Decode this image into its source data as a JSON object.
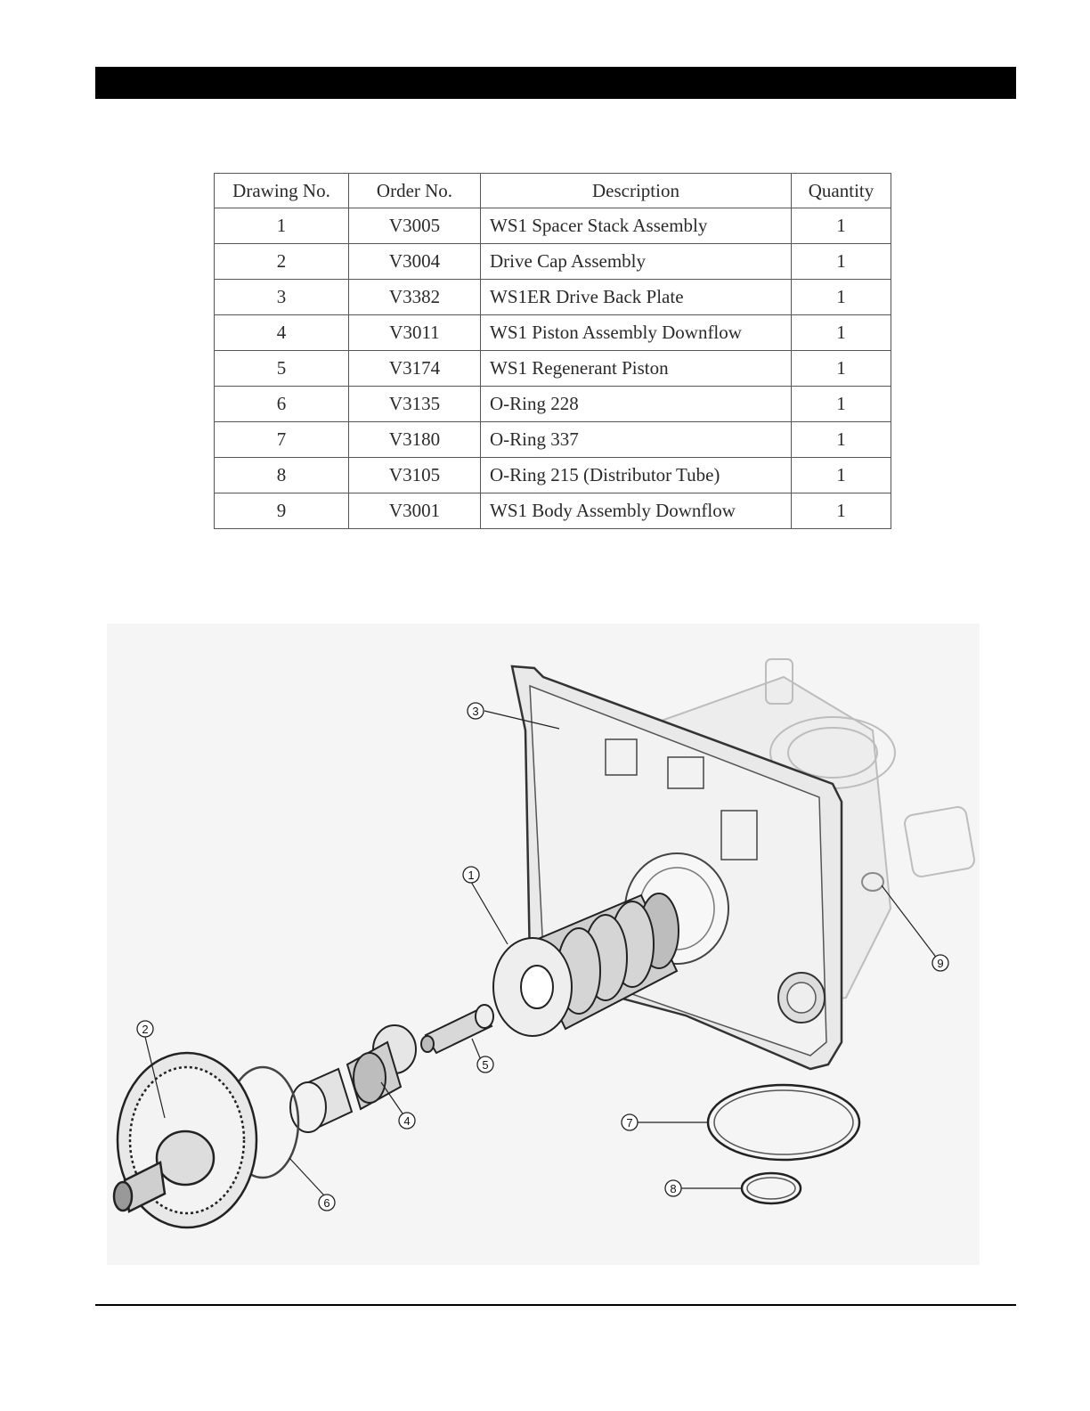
{
  "table": {
    "headers": [
      "Drawing No.",
      "Order No.",
      "Description",
      "Quantity"
    ],
    "rows": [
      {
        "drawing": "1",
        "order": "V3005",
        "description": "WS1 Spacer Stack Assembly",
        "quantity": "1"
      },
      {
        "drawing": "2",
        "order": "V3004",
        "description": "Drive Cap Assembly",
        "quantity": "1"
      },
      {
        "drawing": "3",
        "order": "V3382",
        "description": "WS1ER Drive Back Plate",
        "quantity": "1"
      },
      {
        "drawing": "4",
        "order": "V3011",
        "description": "WS1 Piston Assembly Downflow",
        "quantity": "1"
      },
      {
        "drawing": "5",
        "order": "V3174",
        "description": "WS1 Regenerant Piston",
        "quantity": "1"
      },
      {
        "drawing": "6",
        "order": "V3135",
        "description": "O-Ring 228",
        "quantity": "1"
      },
      {
        "drawing": "7",
        "order": "V3180",
        "description": "O-Ring 337",
        "quantity": "1"
      },
      {
        "drawing": "8",
        "order": "V3105",
        "description": "O-Ring 215 (Distributor Tube)",
        "quantity": "1"
      },
      {
        "drawing": "9",
        "order": "V3001",
        "description": "WS1 Body Assembly Downflow",
        "quantity": "1"
      }
    ]
  },
  "diagram": {
    "callouts": [
      "1",
      "2",
      "3",
      "4",
      "5",
      "6",
      "7",
      "8",
      "9"
    ]
  }
}
